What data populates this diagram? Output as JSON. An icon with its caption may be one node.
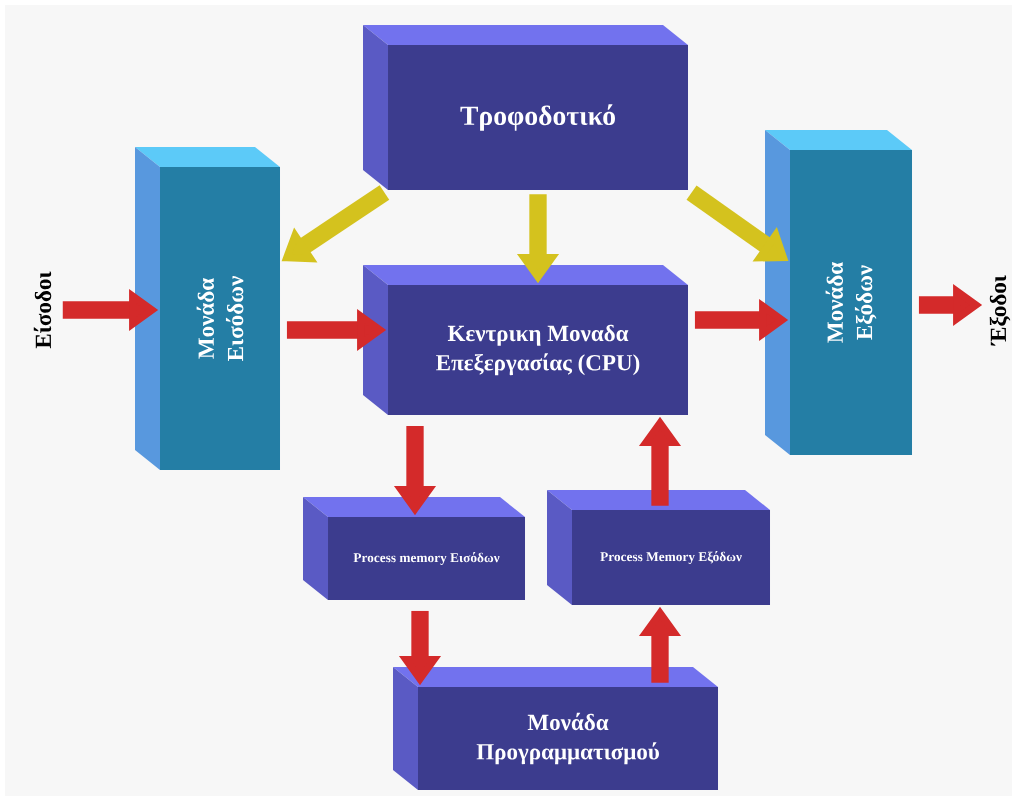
{
  "diagram": {
    "nodes": [
      {
        "text": [
          "Τροφοδοτικό"
        ]
      },
      {
        "text": [
          "Είσοδοι"
        ]
      },
      {
        "text": [
          "Μονάδα Εισόδων"
        ]
      },
      {
        "text": [
          "Κεντρικη Μοναδα Επεξεργασίας (CPU)"
        ]
      },
      {
        "text": [
          "Μονάδα Εξόδων"
        ]
      },
      {
        "text": [
          "Έξοδοι"
        ]
      },
      {
        "text": [
          "Process memory Εισόδων"
        ]
      },
      {
        "text": [
          "Process Memory Εξόδων"
        ]
      },
      {
        "text": [
          "Μονάδα Προγραμματισμού"
        ]
      }
    ],
    "edges": [
      {
        "from": 0,
        "to": 2,
        "arrow": "to",
        "color": "#d4c21e"
      },
      {
        "from": 0,
        "to": 3,
        "arrow": "to",
        "color": "#d4c21e"
      },
      {
        "from": 0,
        "to": 4,
        "arrow": "to",
        "color": "#d4c21e"
      },
      {
        "from": 1,
        "to": 2,
        "arrow": "to"
      },
      {
        "from": 2,
        "to": 3,
        "arrow": "to"
      },
      {
        "from": 3,
        "to": 4,
        "arrow": "to"
      },
      {
        "from": 4,
        "to": 5,
        "arrow": "to"
      },
      {
        "from": 3,
        "to": 6,
        "arrow": "to"
      },
      {
        "from": 6,
        "to": 8,
        "arrow": "to"
      },
      {
        "from": 8,
        "to": 7,
        "arrow": "to"
      },
      {
        "from": 7,
        "to": 3,
        "arrow": "to"
      }
    ]
  }
}
